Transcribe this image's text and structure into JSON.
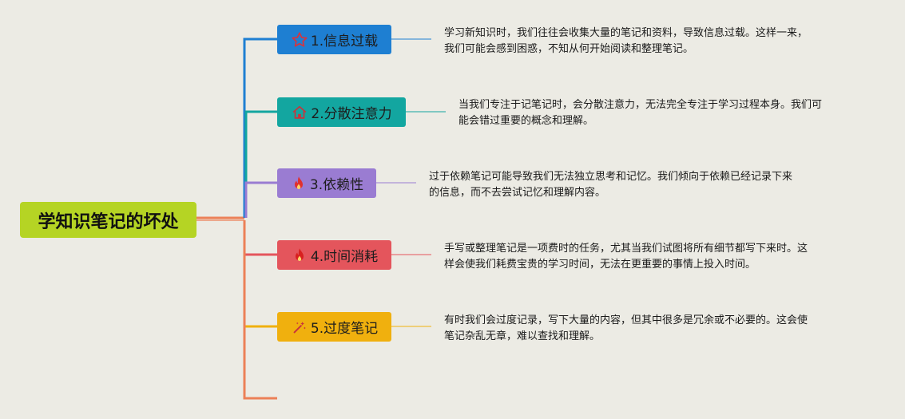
{
  "root": {
    "label": "学知识笔记的坏处",
    "color": "#b5d424"
  },
  "branches": [
    {
      "label": "1.信息过载",
      "icon": "star-icon",
      "color": "#1e7fd2",
      "desc": [
        "学习新知识时，我们往往会收集大量的笔记和资料，导致信息过载。这样一来，",
        "我们可能会感到困惑，不知从何开始阅读和整理笔记。"
      ]
    },
    {
      "label": "2.分散注意力",
      "icon": "house-icon",
      "color": "#13a6a0",
      "desc": [
        "当我们专注于记笔记时，会分散注意力，无法完全专注于学习过程本身。我们可",
        "能会错过重要的概念和理解。"
      ]
    },
    {
      "label": "3.依赖性",
      "icon": "flame-icon",
      "color": "#9a7cd2",
      "desc": [
        "过于依赖笔记可能导致我们无法独立思考和记忆。我们倾向于依赖已经记录下来",
        "的信息，而不去尝试记忆和理解内容。"
      ]
    },
    {
      "label": "4.时间消耗",
      "icon": "flame-icon",
      "color": "#e4555c",
      "desc": [
        "手写或整理笔记是一项费时的任务，尤其当我们试图将所有细节都写下来时。这",
        "样会使我们耗费宝贵的学习时间，无法在更重要的事情上投入时间。"
      ]
    },
    {
      "label": "5.过度笔记",
      "icon": "magic-wand-icon",
      "color": "#f0b00e",
      "desc": [
        "有时我们会过度记录，写下大量的内容，但其中很多是冗余或不必要的。这会使",
        "笔记杂乱无章，难以查找和理解。"
      ]
    }
  ],
  "trunk_color": "#ec8057"
}
